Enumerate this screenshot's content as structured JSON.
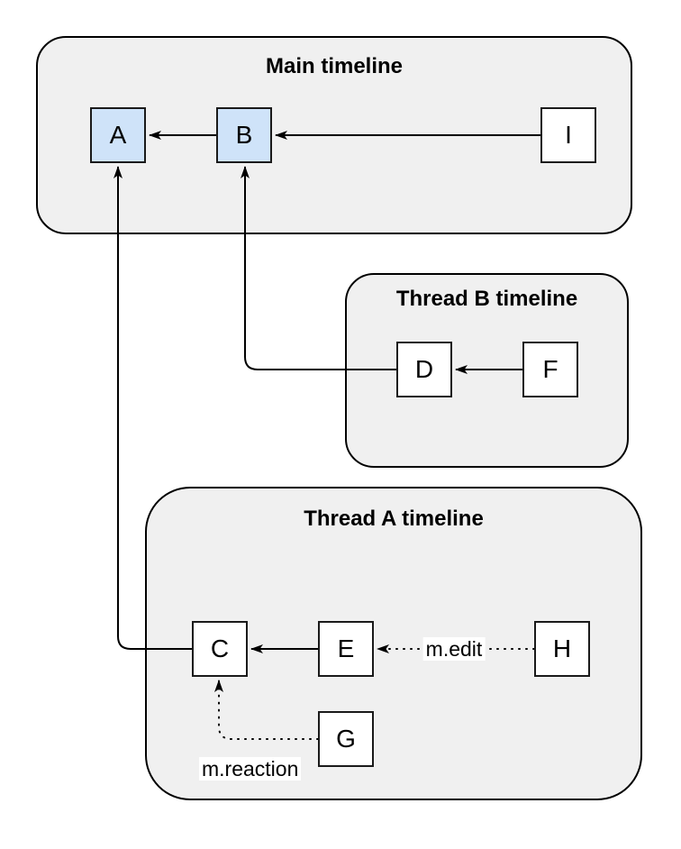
{
  "diagram": {
    "containers": {
      "main": {
        "label": "Main timeline"
      },
      "thread_b": {
        "label": "Thread B timeline"
      },
      "thread_a": {
        "label": "Thread A timeline"
      }
    },
    "nodes": {
      "a": {
        "label": "A",
        "highlighted": true
      },
      "b": {
        "label": "B",
        "highlighted": true
      },
      "i": {
        "label": "I",
        "highlighted": false
      },
      "d": {
        "label": "D",
        "highlighted": false
      },
      "f": {
        "label": "F",
        "highlighted": false
      },
      "c": {
        "label": "C",
        "highlighted": false
      },
      "e": {
        "label": "E",
        "highlighted": false
      },
      "h": {
        "label": "H",
        "highlighted": false
      },
      "g": {
        "label": "G",
        "highlighted": false
      }
    },
    "edges": [
      {
        "from": "B",
        "to": "A",
        "style": "solid",
        "label": ""
      },
      {
        "from": "I",
        "to": "B",
        "style": "solid",
        "label": ""
      },
      {
        "from": "D",
        "to": "B",
        "style": "solid",
        "label": ""
      },
      {
        "from": "F",
        "to": "D",
        "style": "solid",
        "label": ""
      },
      {
        "from": "E",
        "to": "C",
        "style": "solid",
        "label": ""
      },
      {
        "from": "C",
        "to": "A",
        "style": "solid",
        "label": ""
      },
      {
        "from": "H",
        "to": "E",
        "style": "dotted",
        "label": "m.edit"
      },
      {
        "from": "G",
        "to": "C",
        "style": "dotted",
        "label": "m.reaction"
      }
    ],
    "edge_labels": {
      "edit": "m.edit",
      "reaction": "m.reaction"
    },
    "colors": {
      "container_fill": "#f0f0f0",
      "container_border": "#000000",
      "node_fill": "#ffffff",
      "node_highlight_fill": "#cfe3f9",
      "node_border": "#1a1a1a",
      "edge_color": "#000000",
      "text_color": "#000000",
      "label_bg": "#ffffff"
    }
  }
}
